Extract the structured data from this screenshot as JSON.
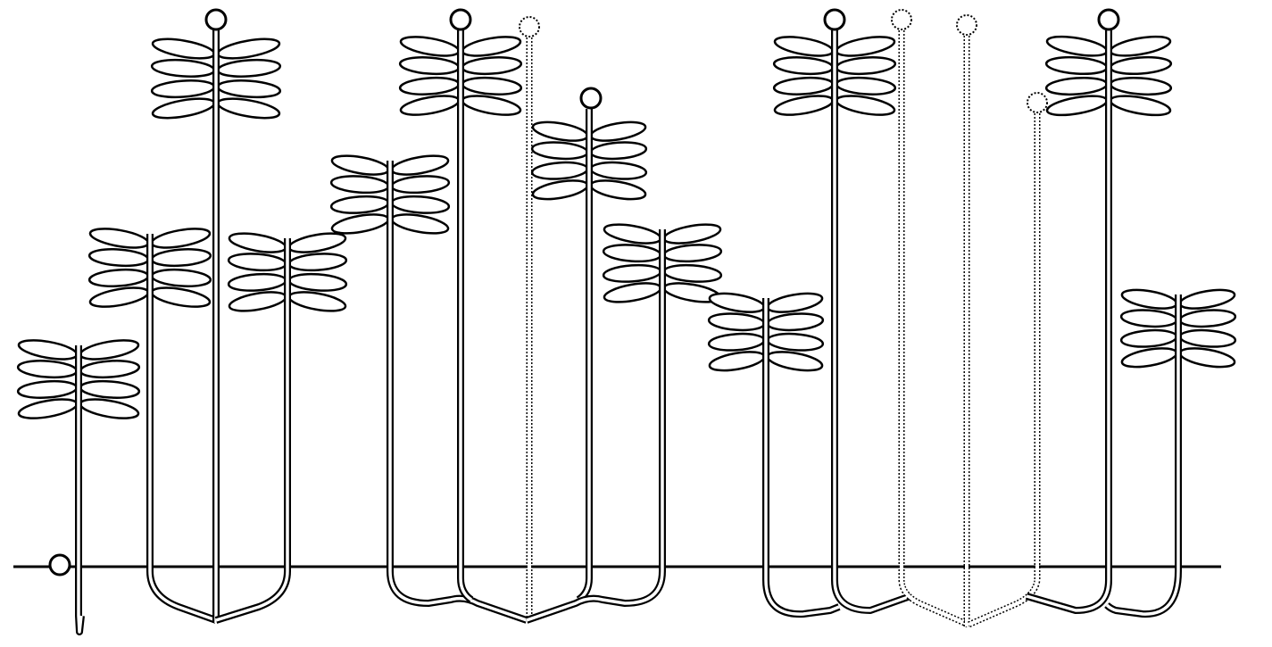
{
  "diagram": {
    "ink_color": "#000000",
    "paper_color": "#ffffff",
    "groups": [
      {
        "id": "group-1",
        "plants": [
          {
            "id": "seedling",
            "state": "seedling",
            "leaf_pairs": 4
          },
          {
            "id": "ramet-a",
            "state": "living",
            "leaf_pairs": 4
          },
          {
            "id": "ramet-b",
            "state": "living-flowering",
            "leaf_pairs": 4
          },
          {
            "id": "ramet-c",
            "state": "living",
            "leaf_pairs": 4
          }
        ]
      },
      {
        "id": "group-2",
        "plants": [
          {
            "id": "ramet-d",
            "state": "living",
            "leaf_pairs": 4
          },
          {
            "id": "ramet-e",
            "state": "living-flowering",
            "leaf_pairs": 4
          },
          {
            "id": "ramet-f",
            "state": "dead",
            "leaf_pairs": 0
          },
          {
            "id": "ramet-g",
            "state": "living-flowering",
            "leaf_pairs": 4
          },
          {
            "id": "ramet-h",
            "state": "living",
            "leaf_pairs": 4
          }
        ]
      },
      {
        "id": "group-3",
        "plants": [
          {
            "id": "ramet-i",
            "state": "living",
            "leaf_pairs": 4
          },
          {
            "id": "ramet-j",
            "state": "living-flowering",
            "leaf_pairs": 4
          },
          {
            "id": "ramet-k",
            "state": "dead",
            "leaf_pairs": 0
          },
          {
            "id": "ramet-l",
            "state": "dead",
            "leaf_pairs": 0
          },
          {
            "id": "ramet-m",
            "state": "dead",
            "leaf_pairs": 0
          },
          {
            "id": "ramet-n",
            "state": "living-flowering",
            "leaf_pairs": 4
          },
          {
            "id": "ramet-o",
            "state": "living",
            "leaf_pairs": 4
          }
        ]
      }
    ]
  }
}
